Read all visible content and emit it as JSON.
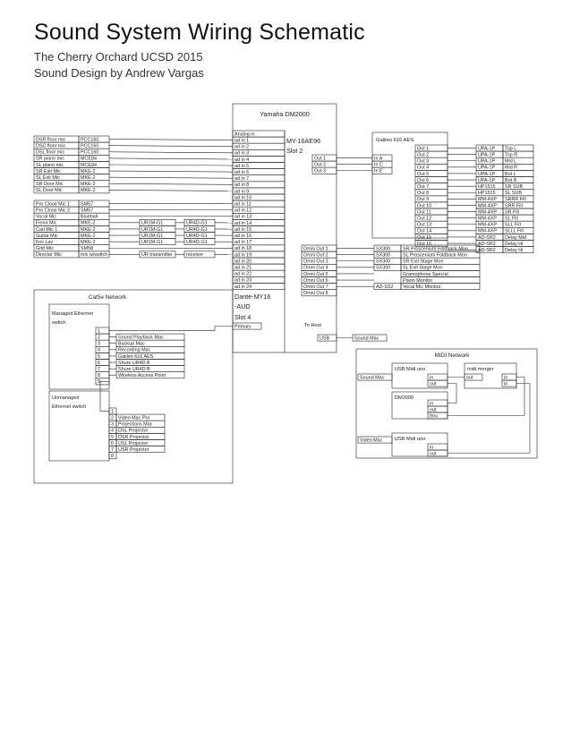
{
  "header": {
    "title": "Sound System Wiring Schematic",
    "show_line": "The Cherry Orchard   UCSD 2015",
    "credit_line": "Sound Design by Andrew Vargas"
  },
  "colors": {
    "line": "#222222",
    "text": "#222222",
    "background": "#ffffff"
  },
  "mixer": {
    "title": "Yamaha DM2000",
    "analog_in_label": "Analog in",
    "ad_inputs": [
      "ad in 1",
      "ad in 2",
      "ad in 3",
      "ad in 4",
      "ad in 5",
      "ad in 6",
      "ad in 7",
      "ad in 8",
      "ad in 9",
      "ad in 10",
      "ad in 11",
      "ad in 12",
      "ad in 13",
      "ad in 14",
      "ad in 15",
      "ad in 16",
      "ad in 17",
      "ad in 18",
      "ad in 19",
      "ad in 20",
      "ad in 21",
      "ad in 22",
      "ad in 23",
      "ad in 24"
    ],
    "slot2_card": "MY-16AE96",
    "slot2_label": "Slot 2",
    "slot2_outs": [
      "Out 1",
      "Out 2",
      "Out 3"
    ],
    "omni_outs": [
      "Omni Out 1",
      "Omni Out 2",
      "Omni Out 3",
      "Omni Out 4",
      "Omni Out 5",
      "Omni Out 6",
      "Omni Out 7",
      "Omni Out 8"
    ],
    "slot4_card": "Dante-MY16-AUD",
    "slot4_label": "Slot 4",
    "primary_port": "Primary",
    "to_host": "To Host",
    "usb_port": "USB"
  },
  "mics": [
    {
      "name": "DSR floor mic",
      "model": "PCC160"
    },
    {
      "name": "DSC floor mic",
      "model": "PCC160"
    },
    {
      "name": "DSL floor mic",
      "model": "PCC160"
    },
    {
      "name": "SR piano mic",
      "model": "MCE84"
    },
    {
      "name": "SL piano mic",
      "model": "MCE84"
    },
    {
      "name": "SR Exit Mic",
      "model": "MKE-2"
    },
    {
      "name": "SL Exit Mic",
      "model": "MKE-2"
    },
    {
      "name": "SR Door Mic",
      "model": "MKE-2"
    },
    {
      "name": "SL Door Mic",
      "model": "MKE-2"
    }
  ],
  "wireless_mics": [
    {
      "name": "Pro Close Mic 1",
      "model": "SM57"
    },
    {
      "name": "Pro Close Mic 2",
      "model": "SM57"
    },
    {
      "name": "Vocal Mic",
      "model": "Blueball"
    },
    {
      "name": "Fiona Mic",
      "model": "MKE-2",
      "tx": "UR1M-G1",
      "rx": "UR4D-G1"
    },
    {
      "name": "Carl Mic 1",
      "model": "MKE-2",
      "tx": "UR1M-G1",
      "rx": "UR4D-G1"
    },
    {
      "name": "Guitar Mic",
      "model": "MKE-2",
      "tx": "UR1M-G1",
      "rx": "UR4D-G1"
    },
    {
      "name": "Fox Lav",
      "model": "MKE-2",
      "tx": "UR1M-G1",
      "rx": "UR4D-G1"
    },
    {
      "name": "Grid Mic",
      "model": "SM58"
    },
    {
      "name": "Director Mic",
      "model": "mic w/switch",
      "tx": "UR transmitter",
      "rx": "receiver"
    }
  ],
  "processor": {
    "title": "Galileo 616 AES",
    "inputs": [
      "In A",
      "In C",
      "In E"
    ],
    "outputs": [
      {
        "out": "Out 1",
        "speaker": "UPA-1P",
        "zone": "Top L"
      },
      {
        "out": "Out 2",
        "speaker": "UPA-1P",
        "zone": "Top R"
      },
      {
        "out": "Out 3",
        "speaker": "UPA-1P",
        "zone": "Mid L"
      },
      {
        "out": "Out 4",
        "speaker": "UPA-1P",
        "zone": "Mid R"
      },
      {
        "out": "Out 5",
        "speaker": "UPA-1P",
        "zone": "Bot L"
      },
      {
        "out": "Out 6",
        "speaker": "UPA-1P",
        "zone": "Bot R"
      },
      {
        "out": "Out 7",
        "speaker": "HP1515",
        "zone": "SR SUB"
      },
      {
        "out": "Out 8",
        "speaker": "HP1515",
        "zone": "SL SUB"
      },
      {
        "out": "Out 9",
        "speaker": "MM-4XP",
        "zone": "SRRR Fill"
      },
      {
        "out": "Out 10",
        "speaker": "MM-4XP",
        "zone": "SRR Fill"
      },
      {
        "out": "Out 11",
        "speaker": "MM-4XP",
        "zone": "SR Fill"
      },
      {
        "out": "Out 12",
        "speaker": "MM-4XP",
        "zone": "SL Fill"
      },
      {
        "out": "Out 13",
        "speaker": "MM-4XP",
        "zone": "SLL Fill"
      },
      {
        "out": "Out 14",
        "speaker": "MM-4XP",
        "zone": "SLLL Fill"
      },
      {
        "out": "Out 15",
        "speaker": "AD-SR2",
        "zone": "Delay Mid"
      },
      {
        "out": "Out 16",
        "speaker": "AD-SR2",
        "zone": "Delay Hi"
      },
      {
        "out": "",
        "speaker": "AD-SR2",
        "zone": "Delay Hi"
      }
    ]
  },
  "omni_destinations": [
    {
      "amp": "SX300",
      "label": "SR Proscenium Foldback Mon"
    },
    {
      "amp": "SX300",
      "label": "SL Proscenium Foldback Mon"
    },
    {
      "amp": "SX300",
      "label": "SR Exit Stage Mon"
    },
    {
      "amp": "SX300",
      "label": "SL Exit Stage Mon"
    },
    {
      "amp": "",
      "label": "Gramophone Special"
    },
    {
      "amp": "",
      "label": "Piano Monitor"
    },
    {
      "amp": "AD-SS2",
      "label": "Vocal Mic Monitor"
    }
  ],
  "usb_target": "Sound Mac",
  "network": {
    "title": "Cat5e Network",
    "managed_switch_title": "Managed Ethernet switch",
    "managed_ports": [
      {
        "port": "1",
        "device": ""
      },
      {
        "port": "2",
        "device": "Sound Playback Mac"
      },
      {
        "port": "3",
        "device": "Backup Mac"
      },
      {
        "port": "4",
        "device": "Recording Mac"
      },
      {
        "port": "5",
        "device": "Galileo 616 AES"
      },
      {
        "port": "6",
        "device": "Shure UR4D A"
      },
      {
        "port": "7",
        "device": "Shure UR4D B"
      },
      {
        "port": "8",
        "device": "Wireless Access Point"
      },
      {
        "port": "9",
        "device": ""
      }
    ],
    "unmanaged_switch_title": "Unmanaged Ethernet switch",
    "unmanaged_ports": [
      {
        "port": "1",
        "device": ""
      },
      {
        "port": "2",
        "device": "Video Mac Pro"
      },
      {
        "port": "3",
        "device": "Projections Mac"
      },
      {
        "port": "4",
        "device": "DSL Projector"
      },
      {
        "port": "5",
        "device": "DSR Projector"
      },
      {
        "port": "6",
        "device": "USL Projector"
      },
      {
        "port": "7",
        "device": "USR Projector"
      },
      {
        "port": "8",
        "device": ""
      }
    ]
  },
  "midi": {
    "title": "MIDI Network",
    "sound_mac": "Sound Mac",
    "video_mac": "Video Mac",
    "usb_midi_1": "USB Midi uno",
    "usb_midi_2": "USB Midi uno",
    "merger": "midi merger",
    "dm2000": "DM2000",
    "port_in": "in",
    "port_out": "out",
    "port_thru": "thru"
  }
}
